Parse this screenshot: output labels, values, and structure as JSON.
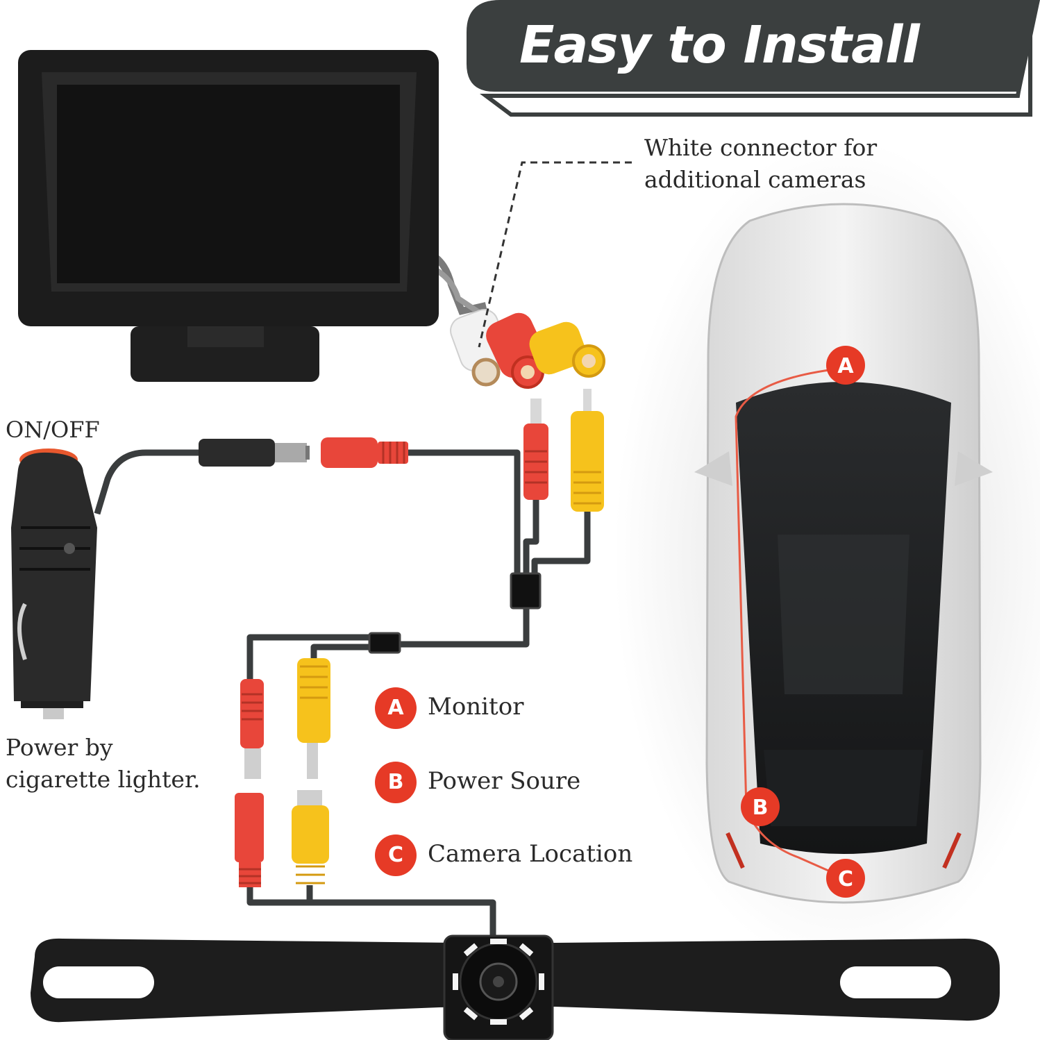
{
  "header": {
    "title": "Easy to Install"
  },
  "annotations": {
    "white_connector": [
      "White connector for",
      "additional cameras"
    ],
    "switch_label": "ON/OFF",
    "power_note": [
      "Power by",
      "cigarette lighter."
    ]
  },
  "legend": [
    {
      "badge": "A",
      "label": "Monitor"
    },
    {
      "badge": "B",
      "label": "Power Soure"
    },
    {
      "badge": "C",
      "label": "Camera Location"
    }
  ],
  "car_markers": [
    "A",
    "B",
    "C"
  ],
  "colors": {
    "banner": "#3b3f3f",
    "badge_red": "#e63a26",
    "wire": "#3a3d3e",
    "plug_red": "#e8463a",
    "plug_yellow": "#f6c21c",
    "monitor_black": "#1c1c1c"
  },
  "icons": [
    "monitor-device",
    "cigarette-lighter-plug",
    "rca-connectors",
    "license-plate-camera",
    "car-top-view"
  ]
}
